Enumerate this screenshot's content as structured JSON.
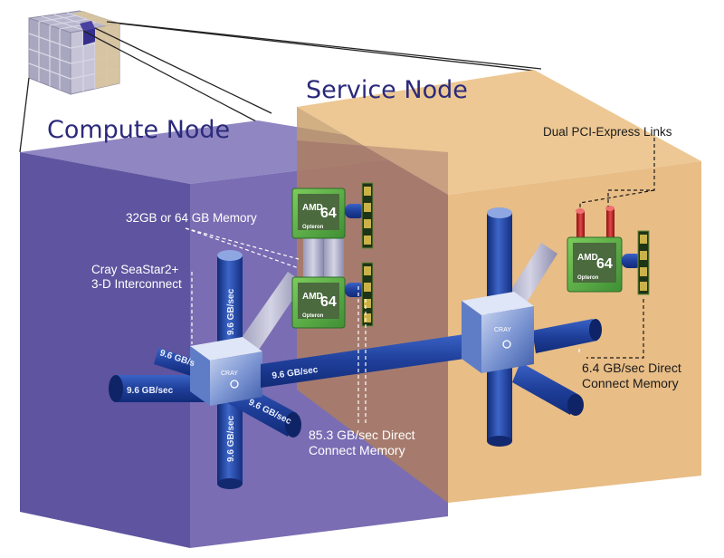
{
  "titles": {
    "compute": "Compute Node",
    "service": "Service Node"
  },
  "labels": {
    "memory_options": "32GB or 64 GB Memory",
    "interconnect_line1": "Cray SeaStar2+",
    "interconnect_line2": "3-D Interconnect",
    "pci_links": "Dual PCI-Express Links",
    "compute_memory_line1": "85.3 GB/sec Direct",
    "compute_memory_line2": "Connect Memory",
    "service_memory_line1": "6.4 GB/sec Direct",
    "service_memory_line2": "Connect Memory"
  },
  "links": {
    "rate": "9.6 GB/sec",
    "rate_partial": "9.6 GB/s",
    "rate_partial2": "9.6 GB/sec"
  },
  "chip": {
    "brand": "AMD",
    "model": "64",
    "name": "Opteron"
  },
  "router_brand": "CRAY",
  "colors": {
    "compute_node": "#6e62aa",
    "service_node": "#e8bd86",
    "interconnect": "#1f3f9a",
    "chip": "#58b34a",
    "title": "#2b2a7a"
  }
}
